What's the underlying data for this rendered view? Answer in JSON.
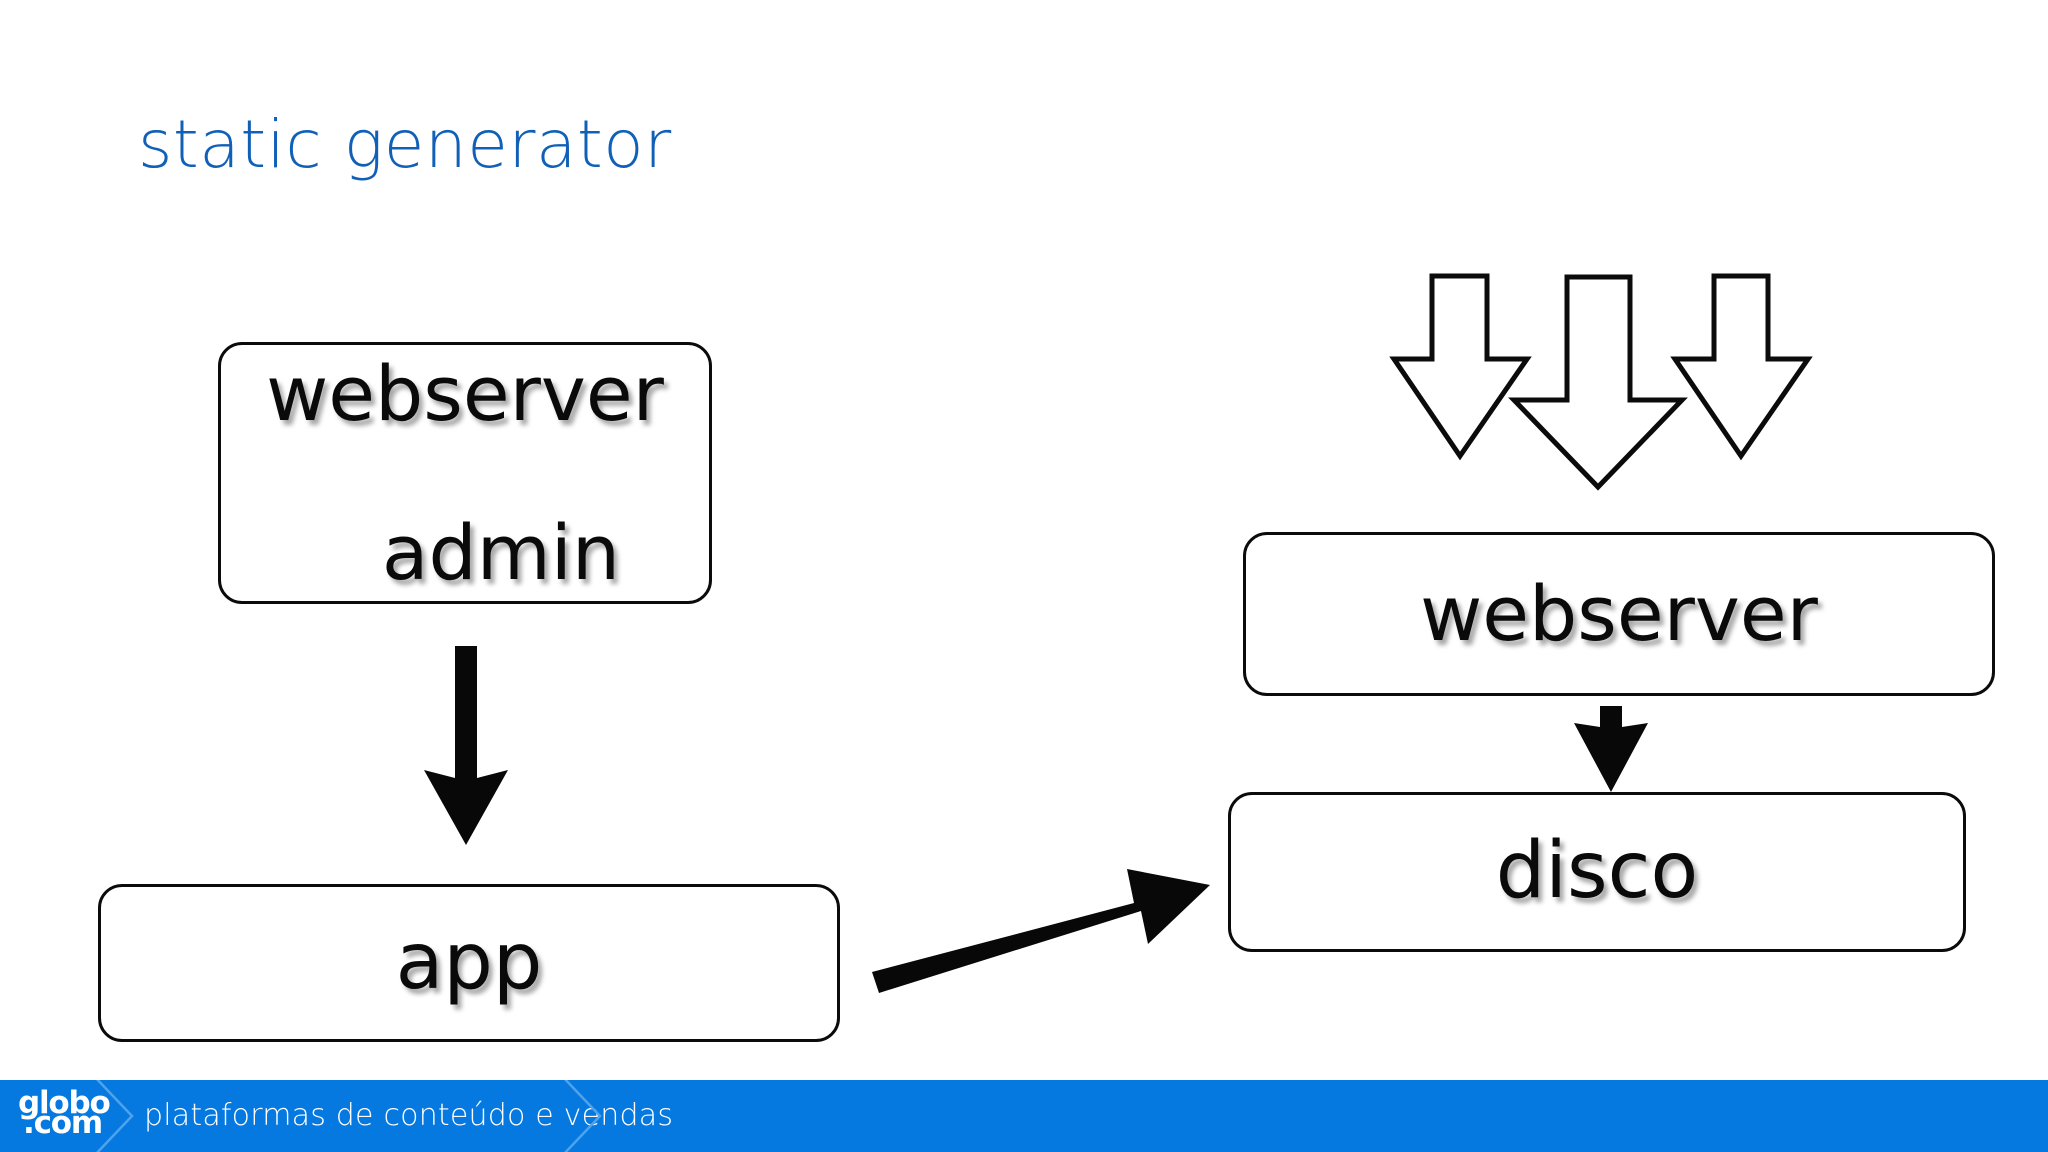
{
  "slide": {
    "title": "static generator",
    "background_color": "#ffffff",
    "title_color": "#1160B8"
  },
  "diagram": {
    "type": "flow-diagram",
    "nodes": [
      {
        "id": "webserver-admin",
        "label_line_1": "webserver",
        "label_line_2": "admin"
      },
      {
        "id": "app",
        "label": "app"
      },
      {
        "id": "webserver-right",
        "label": "webserver"
      },
      {
        "id": "disco",
        "label": "disco"
      }
    ],
    "edges": [
      {
        "from": "webserver-admin",
        "to": "app",
        "style": "solid-arrow",
        "direction": "down"
      },
      {
        "from": "app",
        "to": "disco",
        "style": "solid-arrow",
        "direction": "right-up-diagonal"
      },
      {
        "from": "webserver-right",
        "to": "disco",
        "style": "solid-arrow",
        "direction": "down"
      }
    ],
    "incoming_traffic": {
      "description": "three hollow outline arrows pointing down into webserver",
      "count": 3,
      "sizes": [
        "small",
        "large",
        "small"
      ]
    },
    "stroke_color": "#0b0b0b",
    "fill_color": "#ffffff"
  },
  "footer": {
    "background_color": "#0579E0",
    "logo_top": "globo",
    "logo_bottom": ".com",
    "tagline": "plataformas de conteúdo e vendas"
  }
}
